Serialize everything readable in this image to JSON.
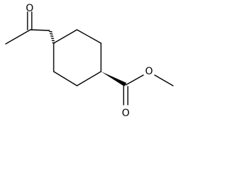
{
  "molecule": {
    "atom_labels": {
      "acetyl_oxygen": "O",
      "ester_carbonyl_oxygen": "O",
      "ester_ether_oxygen": "O"
    },
    "line_color": "#000000",
    "background": "#ffffff"
  }
}
